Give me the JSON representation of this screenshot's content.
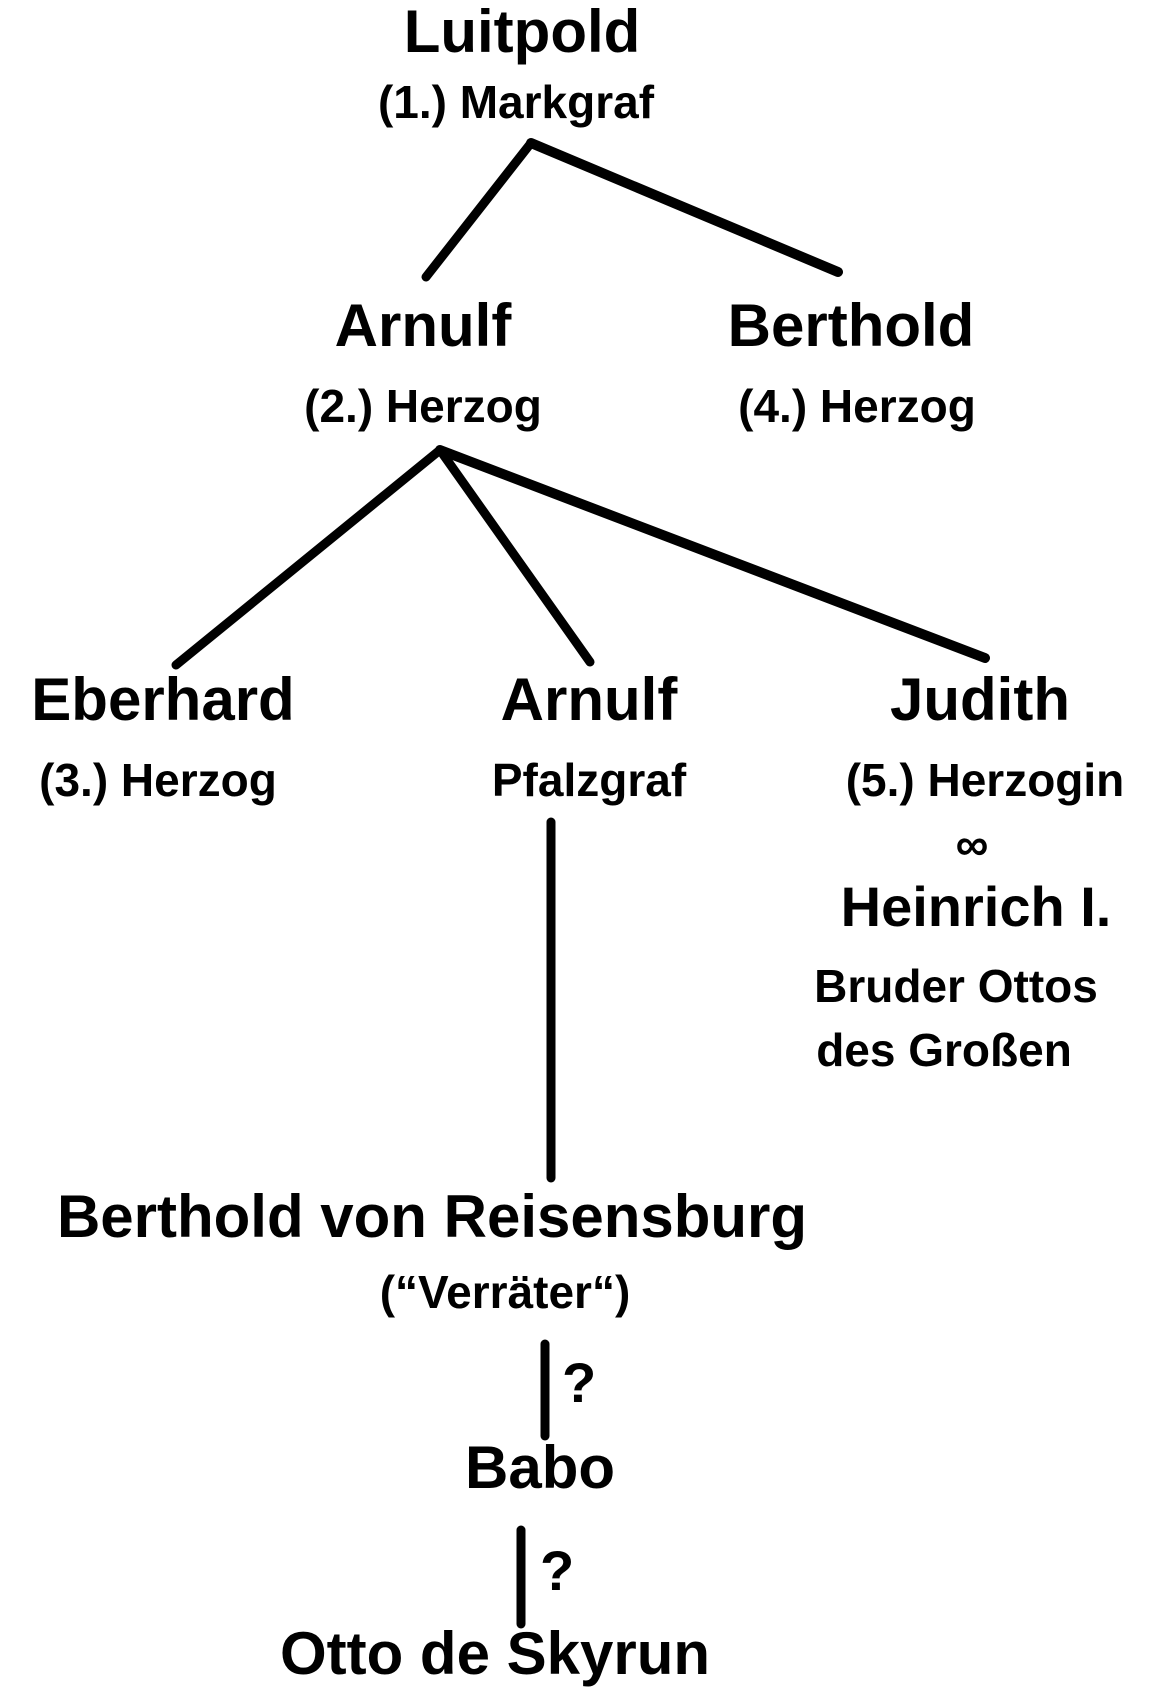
{
  "diagram": {
    "type": "family-tree",
    "nodes": {
      "luitpold": {
        "name": "Luitpold",
        "title": "(1.) Markgraf"
      },
      "arnulf_herzog": {
        "name": "Arnulf",
        "title": "(2.) Herzog"
      },
      "berthold_herzog": {
        "name": "Berthold",
        "title": "(4.) Herzog"
      },
      "eberhard": {
        "name": "Eberhard",
        "title": "(3.) Herzog"
      },
      "arnulf_pfalzgraf": {
        "name": "Arnulf",
        "title": "Pfalzgraf"
      },
      "judith": {
        "name": "Judith",
        "title": "(5.) Herzogin"
      },
      "heinrich": {
        "name": "Heinrich I.",
        "description_line1": "Bruder Ottos",
        "description_line2": "des Großen"
      },
      "berthold_reisensburg": {
        "name": "Berthold von Reisensburg",
        "epithet": "(“Verräter“)"
      },
      "babo": {
        "name": "Babo"
      },
      "otto": {
        "name": "Otto de Skyrun"
      }
    },
    "symbols": {
      "marriage": "∞",
      "uncertain_descent": "?"
    },
    "colors": {
      "line": "#000000",
      "text": "#000000",
      "background": "#ffffff"
    }
  }
}
